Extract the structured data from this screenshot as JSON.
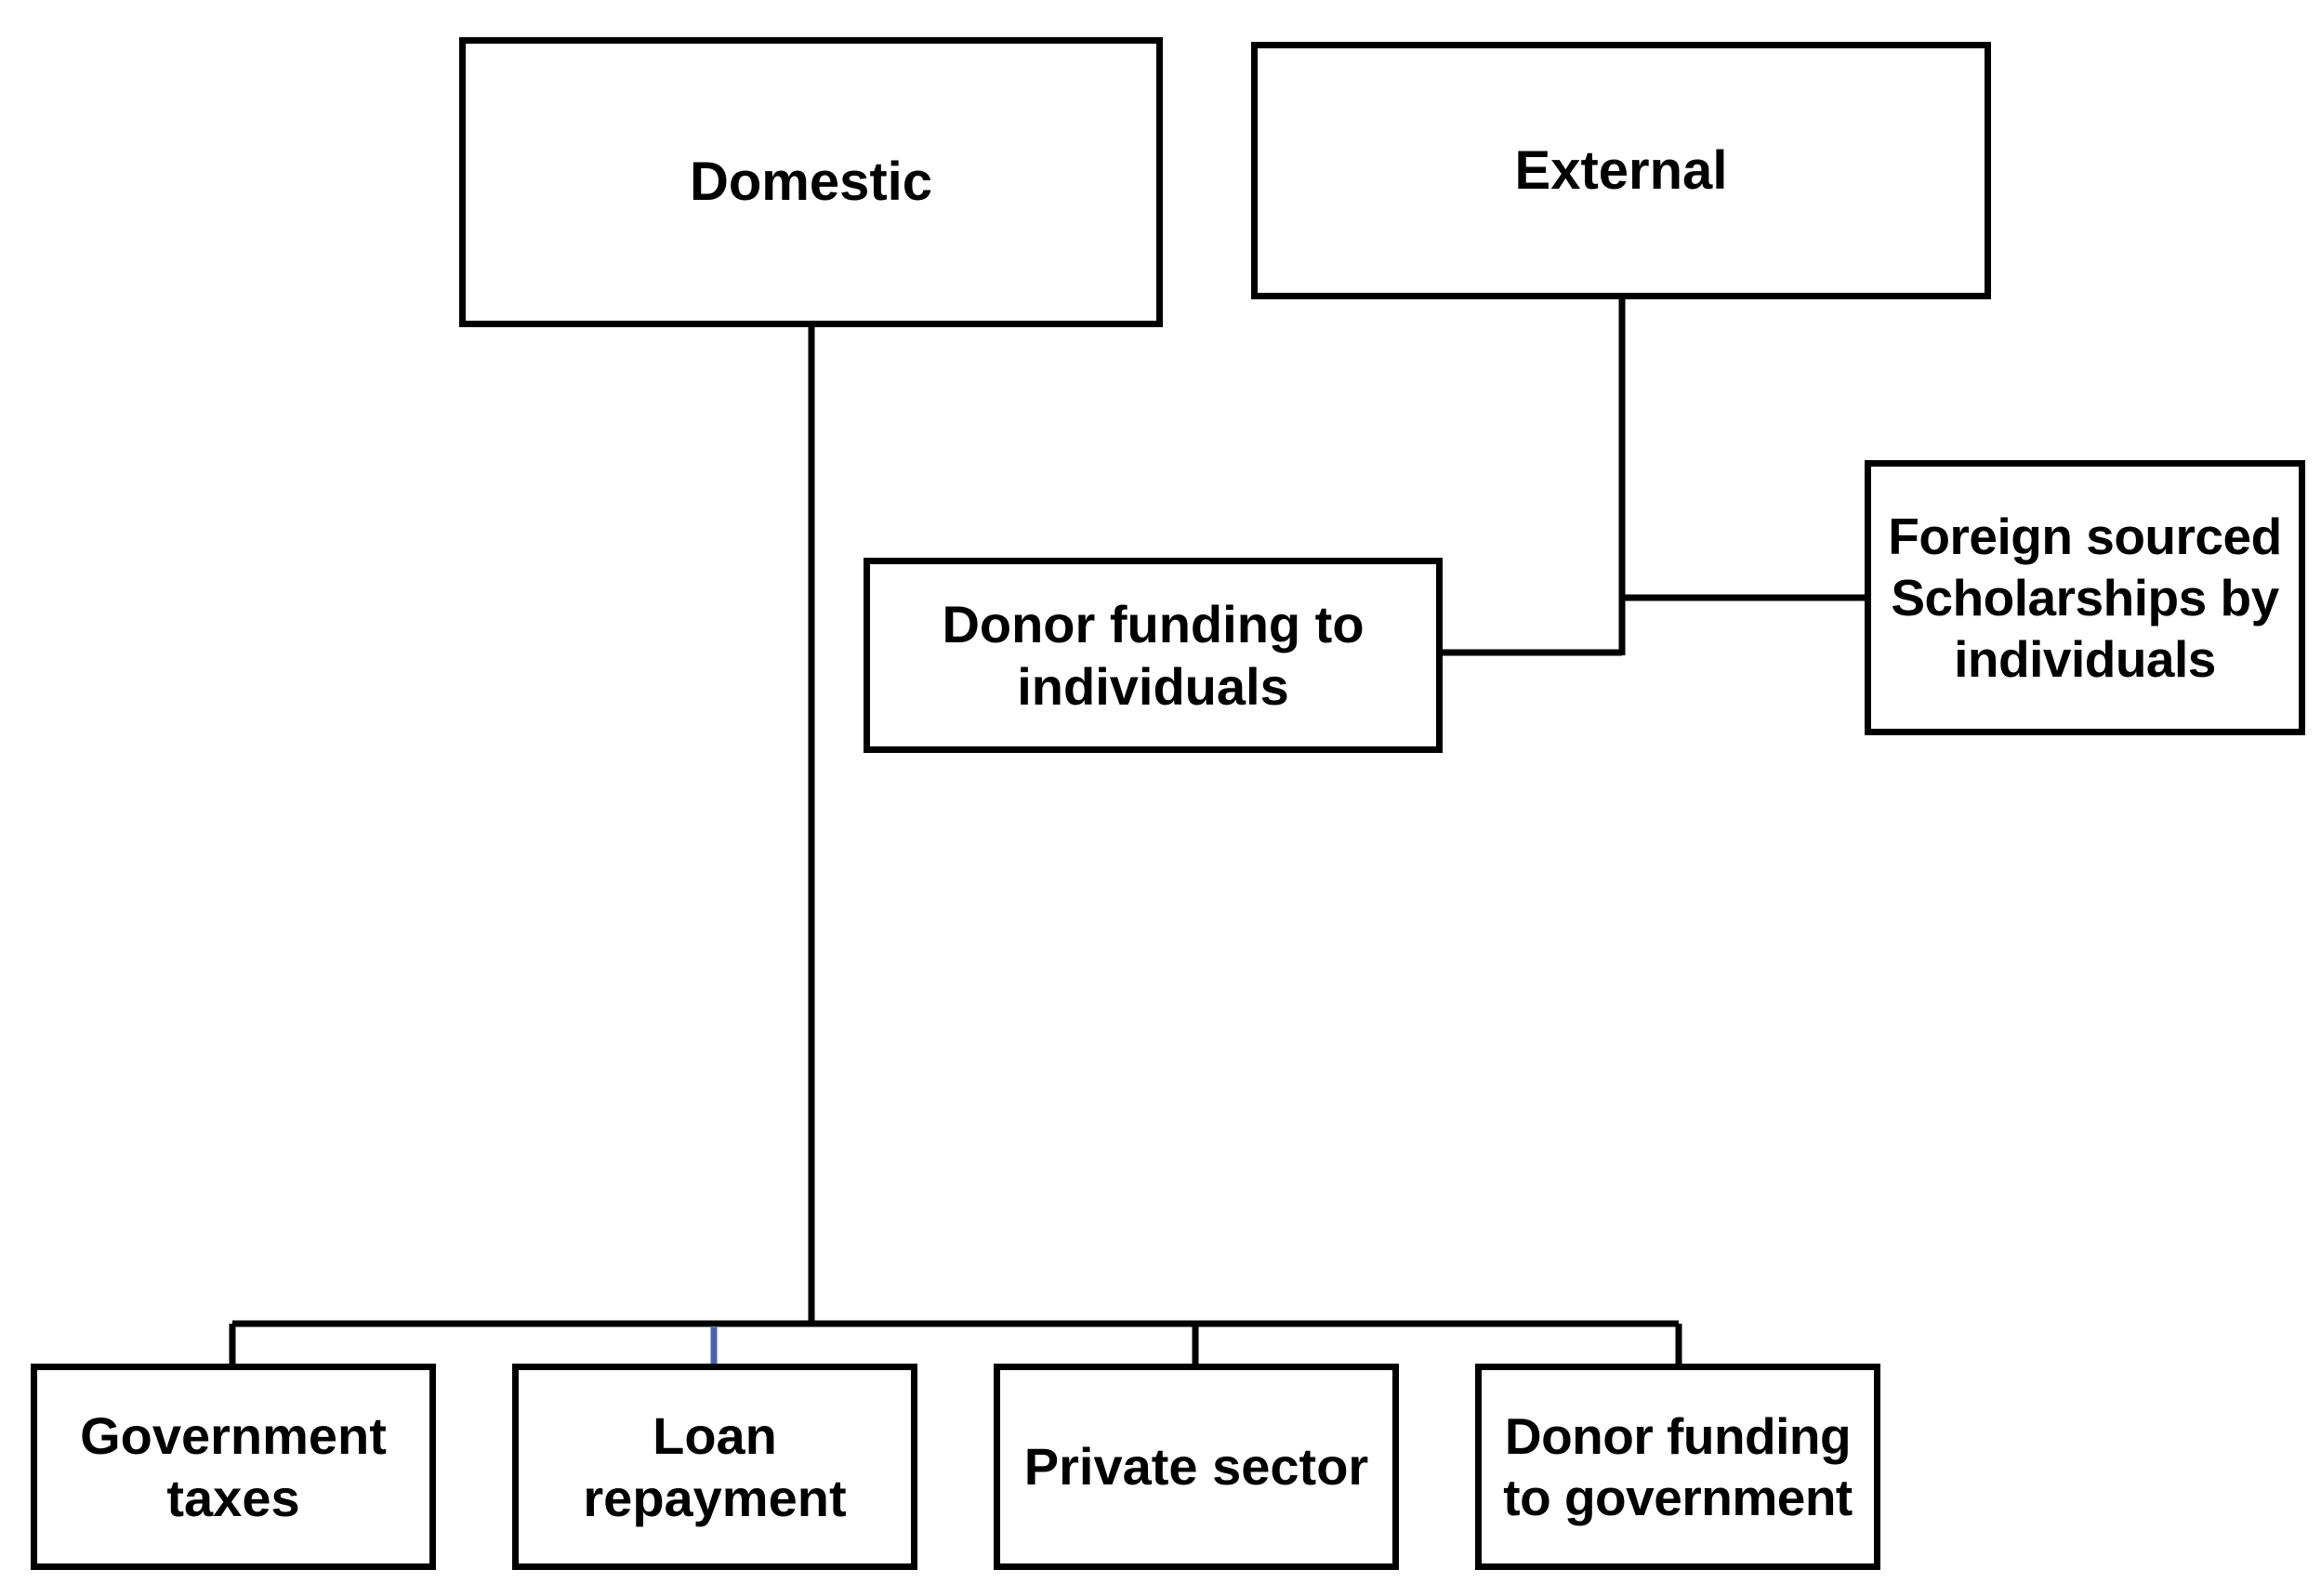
{
  "diagram": {
    "nodes": {
      "domestic": "Domestic",
      "external": "External",
      "donor_funding_individuals": "Donor funding to\nindividuals",
      "foreign_scholarships": "Foreign sourced\nScholarships by\nindividuals",
      "government_taxes": "Government\ntaxes",
      "loan_repayment": "Loan\nrepayment",
      "private_sector": "Private sector",
      "donor_funding_government": "Donor funding\nto government"
    },
    "colors": {
      "line": "#000000",
      "accent_connector": "#4a63a8",
      "box_border": "#000000",
      "text": "#000000"
    }
  }
}
